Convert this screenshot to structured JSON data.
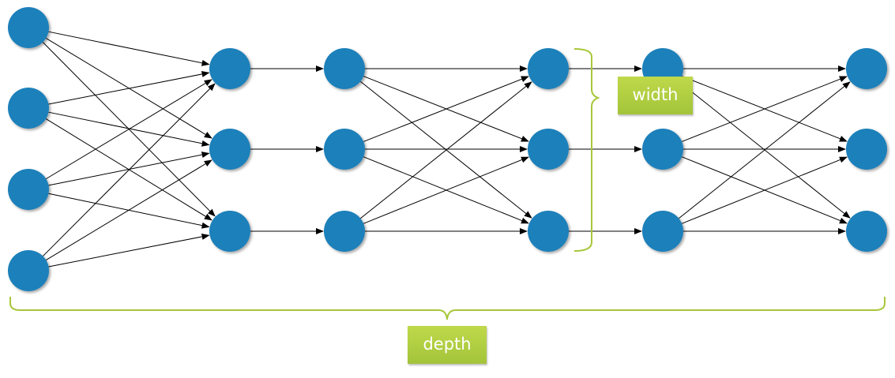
{
  "labels": {
    "width": "width",
    "depth": "depth"
  },
  "colors": {
    "node_fill": "#1d80ba",
    "edge": "#000000",
    "bracket": "#a7c73a",
    "label_bg": "#a7c73a",
    "label_text": "#ffffff"
  },
  "layers": [
    {
      "nodes": 4,
      "connection_to_next": "full"
    },
    {
      "nodes": 3,
      "connection_to_next": "one-to-one"
    },
    {
      "nodes": 3,
      "connection_to_next": "full"
    },
    {
      "nodes": 3,
      "connection_to_next": "one-to-one"
    },
    {
      "nodes": 3,
      "connection_to_next": "full"
    },
    {
      "nodes": 3,
      "connection_to_next": null
    }
  ]
}
